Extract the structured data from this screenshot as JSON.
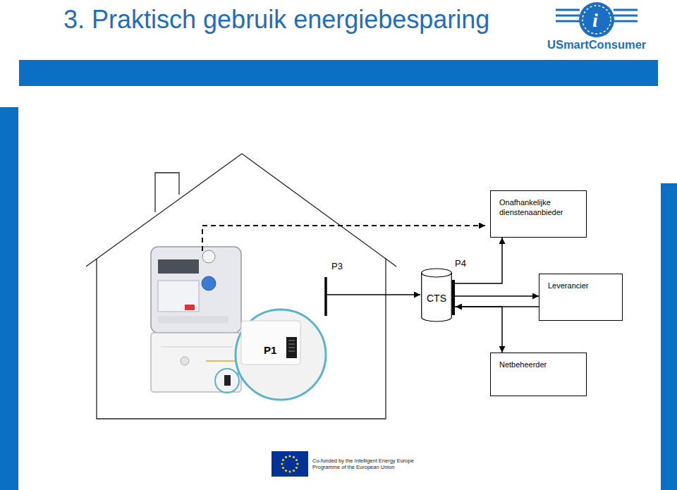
{
  "diagram": {
    "title": "3. Praktisch gebruik energiebesparing",
    "nodes": [
      {
        "text": [
          "Onafhankelijke dienstenaanbieder"
        ]
      },
      {
        "text": [
          "CTS"
        ]
      },
      {
        "text": [
          "Leverancier"
        ]
      },
      {
        "text": [
          "Netbeheerder"
        ]
      }
    ],
    "edges": [
      {
        "from": 1,
        "to": 0,
        "arrow": "to"
      },
      {
        "from": 1,
        "to": 2,
        "arrow": "to"
      },
      {
        "from": 2,
        "to": 1,
        "arrow": "to"
      },
      {
        "from": 1,
        "to": 3,
        "arrow": "to"
      }
    ],
    "labels": [
      "P3",
      "P4",
      "P1",
      "USmartConsumer",
      "i",
      "Co-funded by the Intelligent Energy Europe Programme of the European Union"
    ]
  }
}
